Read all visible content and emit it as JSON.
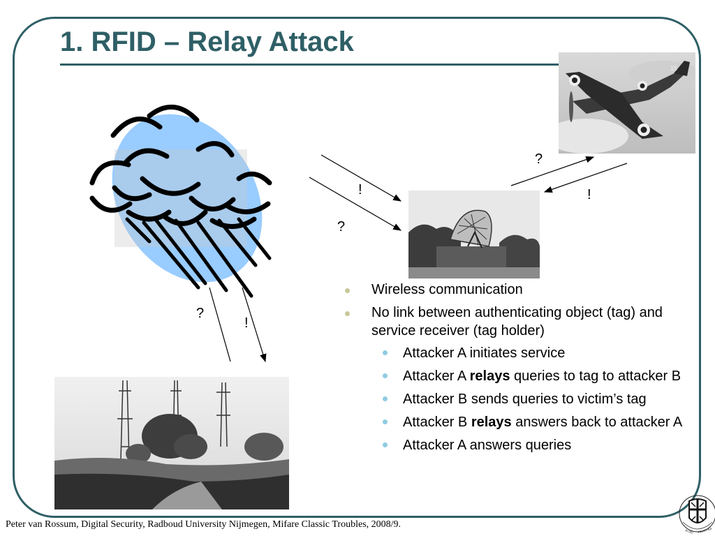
{
  "slide": {
    "title": "1. RFID – Relay Attack",
    "footer": "Peter van Rossum, Digital Security, Radboud University Nijmegen, Mifare Classic Troubles, 2008/9."
  },
  "marks": {
    "q_airplane": "?",
    "ex_airplane": "!",
    "ex_cloud_top": "!",
    "q_cloud_top": "?",
    "q_cloud_bottom": "?",
    "ex_cloud_bottom": "!"
  },
  "bullets": [
    {
      "text": "Wireless communication",
      "children": []
    },
    {
      "text": "No link between authenticating object (tag) and service receiver (tag holder)",
      "children": [
        {
          "pre": "Attacker A initiates service",
          "bold": "",
          "post": ""
        },
        {
          "pre": "Attacker A ",
          "bold": "relays",
          "post": " queries to tag to attacker B"
        },
        {
          "pre": "Attacker B sends queries to victim’s tag",
          "bold": "",
          "post": ""
        },
        {
          "pre": "Attacker B ",
          "bold": "relays",
          "post": " answers back to attacker A"
        },
        {
          "pre": "Attacker A answers queries",
          "bold": "",
          "post": ""
        }
      ]
    }
  ],
  "colors": {
    "title": "#2f5f66",
    "frame": "#2f5f66",
    "cloud_fill": "#99ccff",
    "bullet_level1": "#c8c79a",
    "bullet_level2": "#8fcbe2"
  },
  "seal": {
    "text": "IN DEI NOMINE FELICITER"
  }
}
